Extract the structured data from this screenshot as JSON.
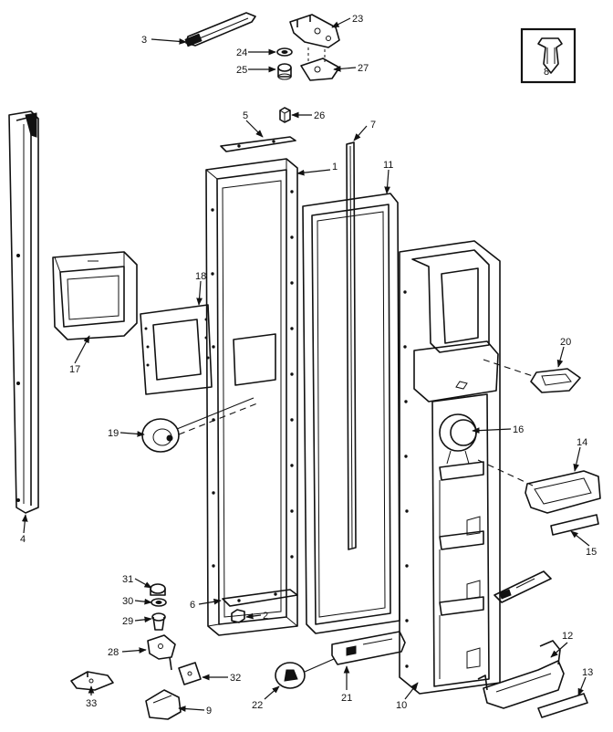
{
  "diagram": {
    "callouts": [
      {
        "id": "1",
        "text": "1"
      },
      {
        "id": "2",
        "text": "2"
      },
      {
        "id": "3",
        "text": "3"
      },
      {
        "id": "4",
        "text": "4"
      },
      {
        "id": "5",
        "text": "5"
      },
      {
        "id": "6",
        "text": "6"
      },
      {
        "id": "7",
        "text": "7"
      },
      {
        "id": "8",
        "text": "8"
      },
      {
        "id": "9",
        "text": "9"
      },
      {
        "id": "10",
        "text": "10"
      },
      {
        "id": "11",
        "text": "11"
      },
      {
        "id": "12",
        "text": "12"
      },
      {
        "id": "13",
        "text": "13"
      },
      {
        "id": "14",
        "text": "14"
      },
      {
        "id": "15",
        "text": "15"
      },
      {
        "id": "16",
        "text": "16"
      },
      {
        "id": "17",
        "text": "17"
      },
      {
        "id": "18",
        "text": "18"
      },
      {
        "id": "19",
        "text": "19"
      },
      {
        "id": "20",
        "text": "20"
      },
      {
        "id": "21",
        "text": "21"
      },
      {
        "id": "22",
        "text": "22"
      },
      {
        "id": "23",
        "text": "23"
      },
      {
        "id": "24",
        "text": "24"
      },
      {
        "id": "25",
        "text": "25"
      },
      {
        "id": "26",
        "text": "26"
      },
      {
        "id": "27",
        "text": "27"
      },
      {
        "id": "28",
        "text": "28"
      },
      {
        "id": "29",
        "text": "29"
      },
      {
        "id": "30",
        "text": "30"
      },
      {
        "id": "31",
        "text": "31"
      },
      {
        "id": "32",
        "text": "32"
      },
      {
        "id": "33",
        "text": "33"
      }
    ]
  }
}
